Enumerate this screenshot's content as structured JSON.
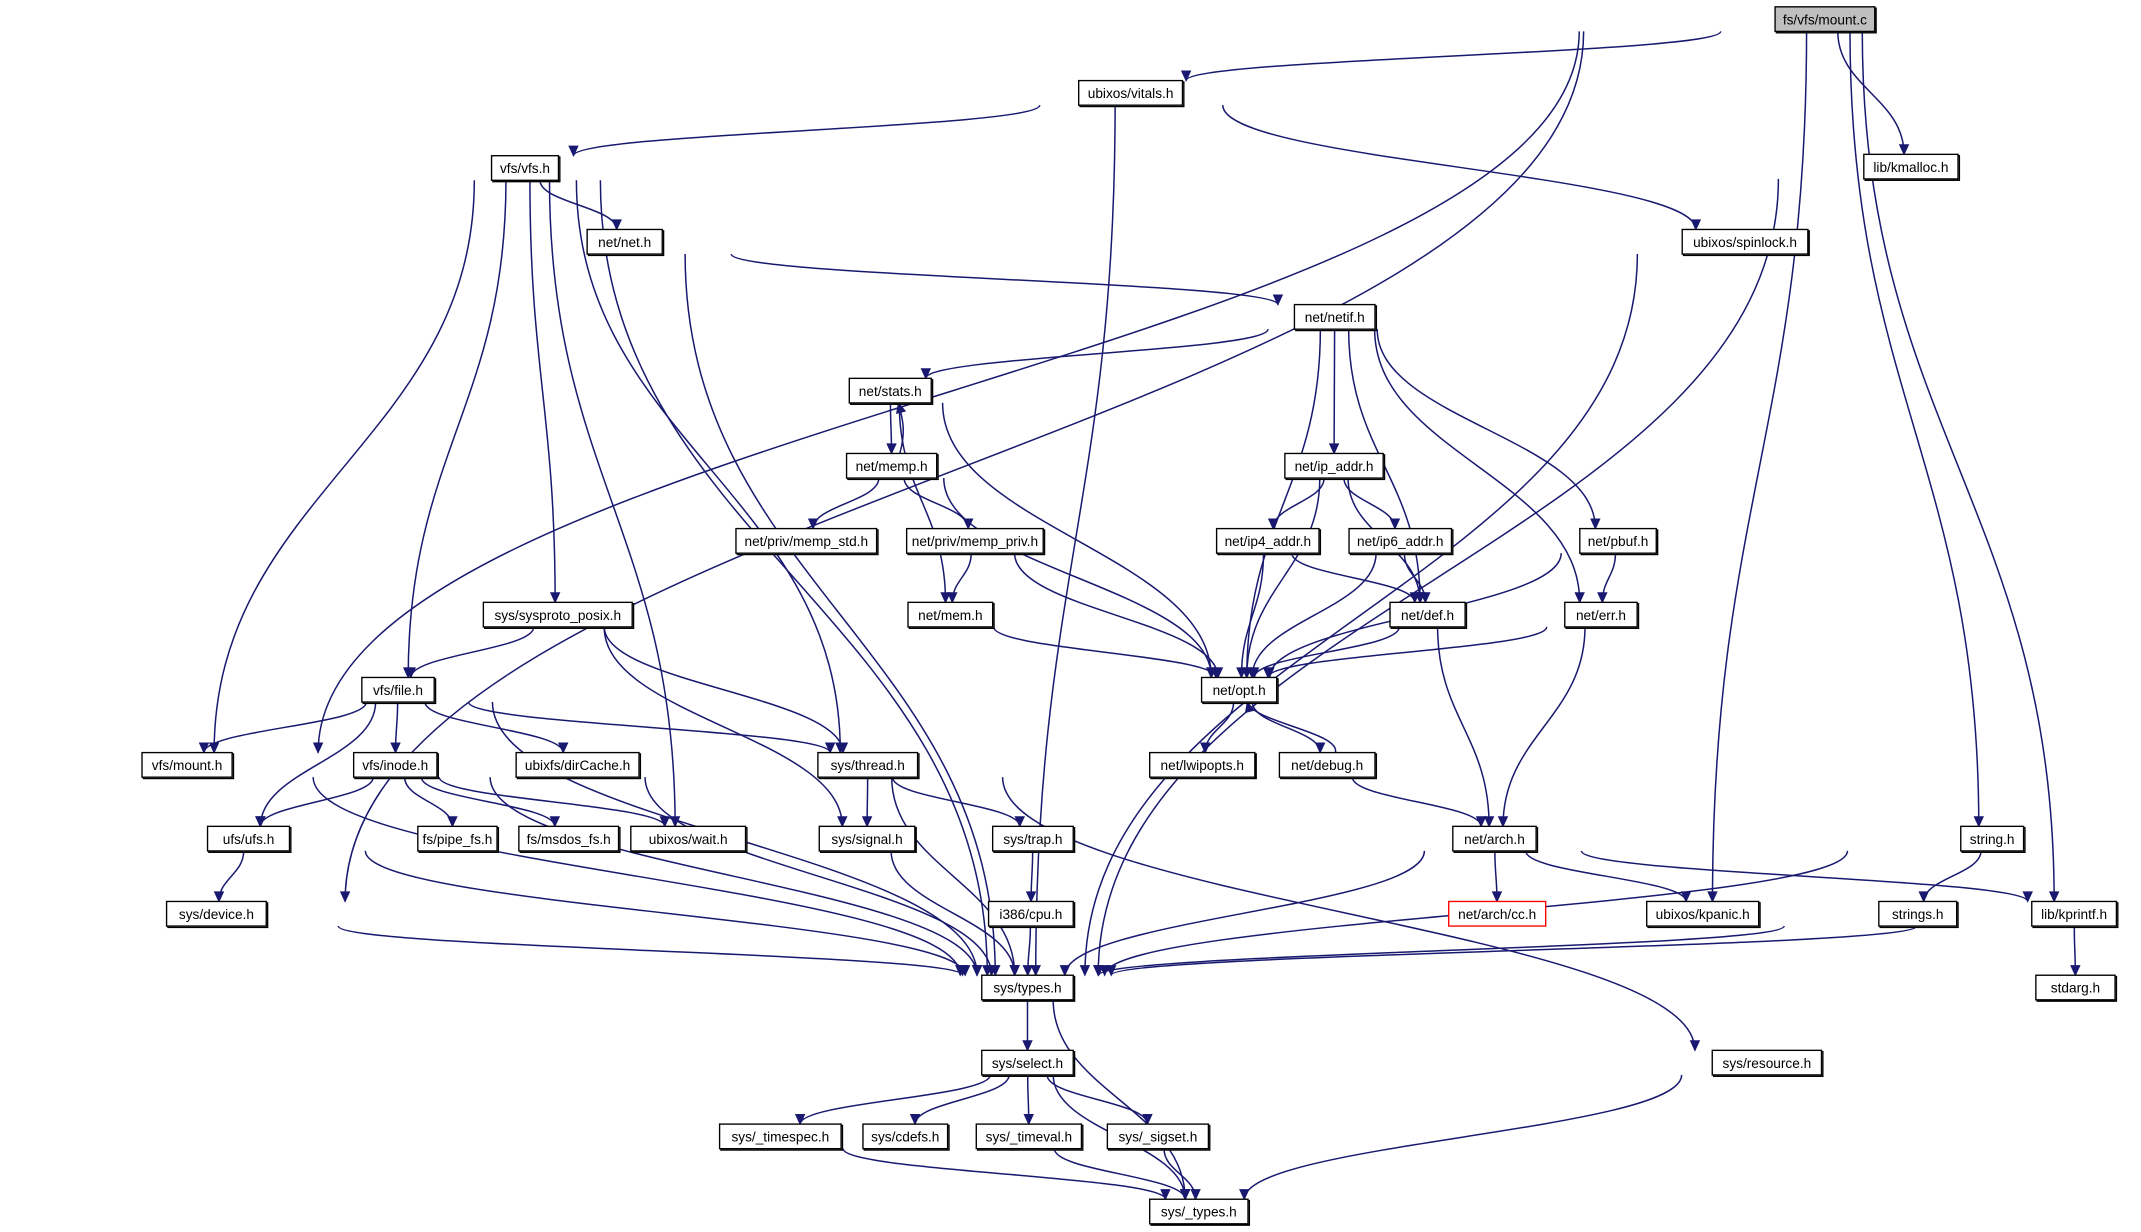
{
  "title": "fs/vfs/mount.c include dependency graph",
  "colors": {
    "edge": "#191970",
    "root_fill": "#bfbfbf",
    "node_border": "#000000",
    "missing_border": "#ff0000"
  },
  "nodes": [
    {
      "id": "mount_c",
      "label": "fs/vfs/mount.c",
      "kind": "root"
    },
    {
      "id": "vitals",
      "label": "ubixos/vitals.h"
    },
    {
      "id": "vfs",
      "label": "vfs/vfs.h"
    },
    {
      "id": "kmalloc",
      "label": "lib/kmalloc.h"
    },
    {
      "id": "net",
      "label": "net/net.h"
    },
    {
      "id": "spinlock",
      "label": "ubixos/spinlock.h"
    },
    {
      "id": "netif",
      "label": "net/netif.h"
    },
    {
      "id": "stats",
      "label": "net/stats.h"
    },
    {
      "id": "memp",
      "label": "net/memp.h"
    },
    {
      "id": "ip_addr",
      "label": "net/ip_addr.h"
    },
    {
      "id": "memp_std",
      "label": "net/priv/memp_std.h"
    },
    {
      "id": "memp_priv",
      "label": "net/priv/memp_priv.h"
    },
    {
      "id": "ip4_addr",
      "label": "net/ip4_addr.h"
    },
    {
      "id": "ip6_addr",
      "label": "net/ip6_addr.h"
    },
    {
      "id": "pbuf",
      "label": "net/pbuf.h"
    },
    {
      "id": "sysproto",
      "label": "sys/sysproto_posix.h"
    },
    {
      "id": "mem",
      "label": "net/mem.h"
    },
    {
      "id": "def",
      "label": "net/def.h"
    },
    {
      "id": "err",
      "label": "net/err.h"
    },
    {
      "id": "file",
      "label": "vfs/file.h"
    },
    {
      "id": "opt",
      "label": "net/opt.h"
    },
    {
      "id": "mount_h",
      "label": "vfs/mount.h"
    },
    {
      "id": "inode",
      "label": "vfs/inode.h"
    },
    {
      "id": "dircache",
      "label": "ubixfs/dirCache.h"
    },
    {
      "id": "thread",
      "label": "sys/thread.h"
    },
    {
      "id": "lwipopts",
      "label": "net/lwipopts.h"
    },
    {
      "id": "debug",
      "label": "net/debug.h"
    },
    {
      "id": "ufs",
      "label": "ufs/ufs.h"
    },
    {
      "id": "pipe_fs",
      "label": "fs/pipe_fs.h"
    },
    {
      "id": "msdos_fs",
      "label": "fs/msdos_fs.h"
    },
    {
      "id": "wait",
      "label": "ubixos/wait.h"
    },
    {
      "id": "signal",
      "label": "sys/signal.h"
    },
    {
      "id": "trap",
      "label": "sys/trap.h"
    },
    {
      "id": "arch",
      "label": "net/arch.h"
    },
    {
      "id": "string",
      "label": "string.h"
    },
    {
      "id": "device",
      "label": "sys/device.h"
    },
    {
      "id": "cpu",
      "label": "i386/cpu.h"
    },
    {
      "id": "cc",
      "label": "net/arch/cc.h",
      "kind": "missing"
    },
    {
      "id": "kpanic",
      "label": "ubixos/kpanic.h"
    },
    {
      "id": "strings",
      "label": "strings.h"
    },
    {
      "id": "kprintf",
      "label": "lib/kprintf.h"
    },
    {
      "id": "types",
      "label": "sys/types.h"
    },
    {
      "id": "stdarg",
      "label": "stdarg.h"
    },
    {
      "id": "select",
      "label": "sys/select.h"
    },
    {
      "id": "resource",
      "label": "sys/resource.h"
    },
    {
      "id": "timespec",
      "label": "sys/_timespec.h"
    },
    {
      "id": "cdefs",
      "label": "sys/cdefs.h"
    },
    {
      "id": "timeval",
      "label": "sys/_timeval.h"
    },
    {
      "id": "sigset",
      "label": "sys/_sigset.h"
    },
    {
      "id": "_types",
      "label": "sys/_types.h"
    }
  ],
  "edges": [
    [
      "mount_c",
      "vitals"
    ],
    [
      "mount_c",
      "mount_h"
    ],
    [
      "mount_c",
      "device"
    ],
    [
      "mount_c",
      "kmalloc"
    ],
    [
      "mount_c",
      "kpanic"
    ],
    [
      "mount_c",
      "string"
    ],
    [
      "mount_c",
      "kprintf"
    ],
    [
      "vitals",
      "vfs"
    ],
    [
      "vitals",
      "spinlock"
    ],
    [
      "vitals",
      "types"
    ],
    [
      "vfs",
      "net"
    ],
    [
      "vfs",
      "file"
    ],
    [
      "vfs",
      "mount_h"
    ],
    [
      "vfs",
      "sysproto"
    ],
    [
      "vfs",
      "thread"
    ],
    [
      "vfs",
      "wait"
    ],
    [
      "vfs",
      "types"
    ],
    [
      "kmalloc",
      "types"
    ],
    [
      "net",
      "netif"
    ],
    [
      "net",
      "types"
    ],
    [
      "spinlock",
      "types"
    ],
    [
      "netif",
      "stats"
    ],
    [
      "netif",
      "ip_addr"
    ],
    [
      "netif",
      "opt"
    ],
    [
      "netif",
      "def"
    ],
    [
      "netif",
      "pbuf"
    ],
    [
      "netif",
      "err"
    ],
    [
      "stats",
      "memp"
    ],
    [
      "stats",
      "mem"
    ],
    [
      "stats",
      "opt"
    ],
    [
      "memp",
      "stats"
    ],
    [
      "memp",
      "memp_std"
    ],
    [
      "memp",
      "memp_priv"
    ],
    [
      "memp",
      "opt"
    ],
    [
      "memp_priv",
      "mem"
    ],
    [
      "memp_priv",
      "opt"
    ],
    [
      "mem",
      "opt"
    ],
    [
      "ip_addr",
      "ip4_addr"
    ],
    [
      "ip_addr",
      "ip6_addr"
    ],
    [
      "ip_addr",
      "opt"
    ],
    [
      "ip_addr",
      "def"
    ],
    [
      "ip4_addr",
      "opt"
    ],
    [
      "ip4_addr",
      "def"
    ],
    [
      "ip6_addr",
      "opt"
    ],
    [
      "ip6_addr",
      "def"
    ],
    [
      "pbuf",
      "opt"
    ],
    [
      "pbuf",
      "err"
    ],
    [
      "def",
      "opt"
    ],
    [
      "def",
      "arch"
    ],
    [
      "err",
      "opt"
    ],
    [
      "err",
      "arch"
    ],
    [
      "opt",
      "lwipopts"
    ],
    [
      "opt",
      "debug"
    ],
    [
      "debug",
      "opt"
    ],
    [
      "debug",
      "arch"
    ],
    [
      "sysproto",
      "file"
    ],
    [
      "sysproto",
      "thread"
    ],
    [
      "sysproto",
      "signal"
    ],
    [
      "file",
      "mount_h"
    ],
    [
      "file",
      "inode"
    ],
    [
      "file",
      "dircache"
    ],
    [
      "file",
      "thread"
    ],
    [
      "file",
      "ufs"
    ],
    [
      "file",
      "types"
    ],
    [
      "mount_h",
      "types"
    ],
    [
      "inode",
      "ufs"
    ],
    [
      "inode",
      "pipe_fs"
    ],
    [
      "inode",
      "msdos_fs"
    ],
    [
      "inode",
      "wait"
    ],
    [
      "inode",
      "types"
    ],
    [
      "dircache",
      "types"
    ],
    [
      "thread",
      "signal"
    ],
    [
      "thread",
      "trap"
    ],
    [
      "thread",
      "types"
    ],
    [
      "thread",
      "resource"
    ],
    [
      "ufs",
      "device"
    ],
    [
      "ufs",
      "types"
    ],
    [
      "device",
      "types"
    ],
    [
      "signal",
      "types"
    ],
    [
      "trap",
      "cpu"
    ],
    [
      "cpu",
      "types"
    ],
    [
      "arch",
      "cc"
    ],
    [
      "arch",
      "kpanic"
    ],
    [
      "arch",
      "kprintf"
    ],
    [
      "arch",
      "types"
    ],
    [
      "string",
      "strings"
    ],
    [
      "string",
      "types"
    ],
    [
      "strings",
      "types"
    ],
    [
      "kprintf",
      "stdarg"
    ],
    [
      "kprintf",
      "types"
    ],
    [
      "types",
      "select"
    ],
    [
      "types",
      "_types"
    ],
    [
      "select",
      "timespec"
    ],
    [
      "select",
      "cdefs"
    ],
    [
      "select",
      "timeval"
    ],
    [
      "select",
      "sigset"
    ],
    [
      "select",
      "_types"
    ],
    [
      "timespec",
      "_types"
    ],
    [
      "timeval",
      "_types"
    ],
    [
      "sigset",
      "_types"
    ],
    [
      "resource",
      "_types"
    ]
  ]
}
